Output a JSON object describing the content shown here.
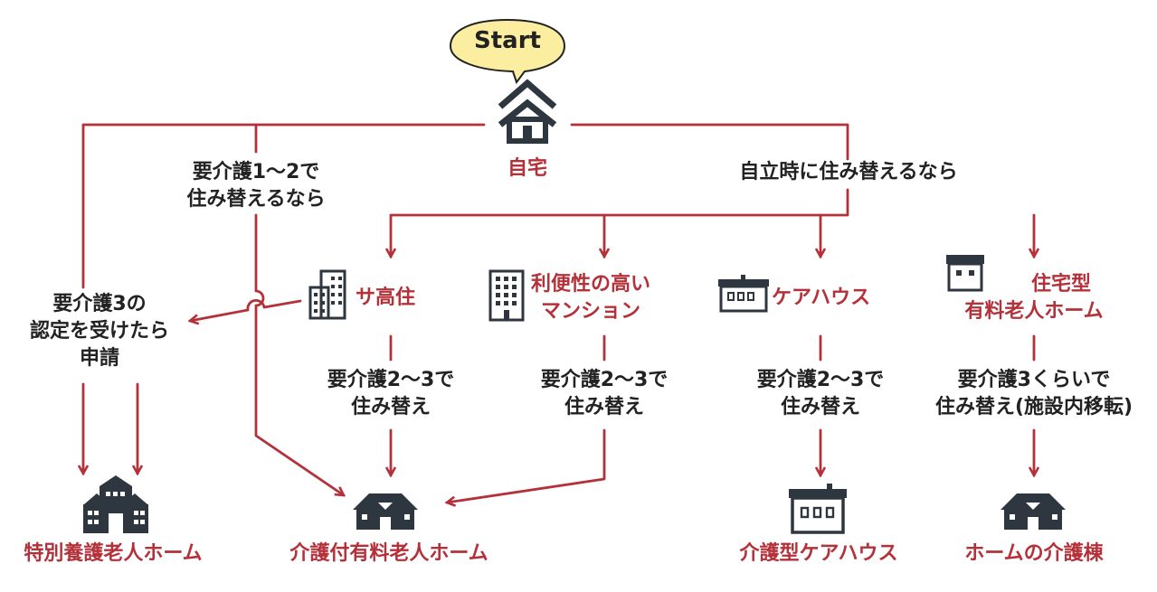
{
  "start": "Start",
  "home": "自宅",
  "branches": {
    "independent": "自立時に住み替えるなら",
    "care12": [
      "要介護1～2で",
      "住み替えるなら"
    ],
    "care3": [
      "要介護3の",
      "認定を受けたら",
      "申請"
    ]
  },
  "facilities": {
    "sakouju": "サ高住",
    "mansion": [
      "利便性の高い",
      "マンション"
    ],
    "carehouse": "ケアハウス",
    "jutaku": [
      "住宅型",
      "有料老人ホーム"
    ]
  },
  "transitions": {
    "sakouju": [
      "要介護2～3で",
      "住み替え"
    ],
    "mansion": [
      "要介護2～3で",
      "住み替え"
    ],
    "carehouse": [
      "要介護2～3で",
      "住み替え"
    ],
    "jutaku": [
      "要介護3くらいで",
      "住み替え(施設内移転)"
    ]
  },
  "destinations": {
    "tokuyou": "特別養護老人ホーム",
    "kaigotsuki": "介護付有料老人ホーム",
    "carehouse_type": "介護型ケアハウス",
    "kaigotou": "ホームの介護棟"
  },
  "colors": {
    "line": "#b5313a",
    "icon": "#2e3640",
    "bubble": "#fbeea0"
  }
}
